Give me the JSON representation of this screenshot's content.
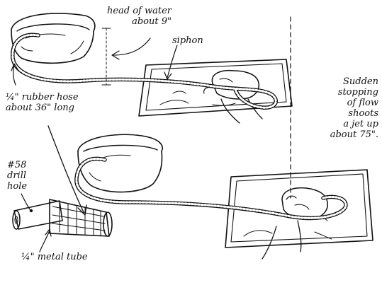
{
  "labels": {
    "head_line1": "head of water",
    "head_line2": "about 9\"",
    "siphon": "siphon",
    "hose_line1": "¼\" rubber hose",
    "hose_line2": "about 36\" long",
    "sudden_line1": "Sudden",
    "sudden_line2": "stopping",
    "sudden_line3": "of flow",
    "sudden_line4": "shoots",
    "sudden_line5": "a jet up",
    "sudden_line6": "about 75\".",
    "drill_line1": "#58",
    "drill_line2": "drill",
    "drill_line3": "hole",
    "metal_tube": "¼\" metal tube"
  },
  "colors": {
    "ink": "#111111",
    "paper": "#ffffff"
  }
}
